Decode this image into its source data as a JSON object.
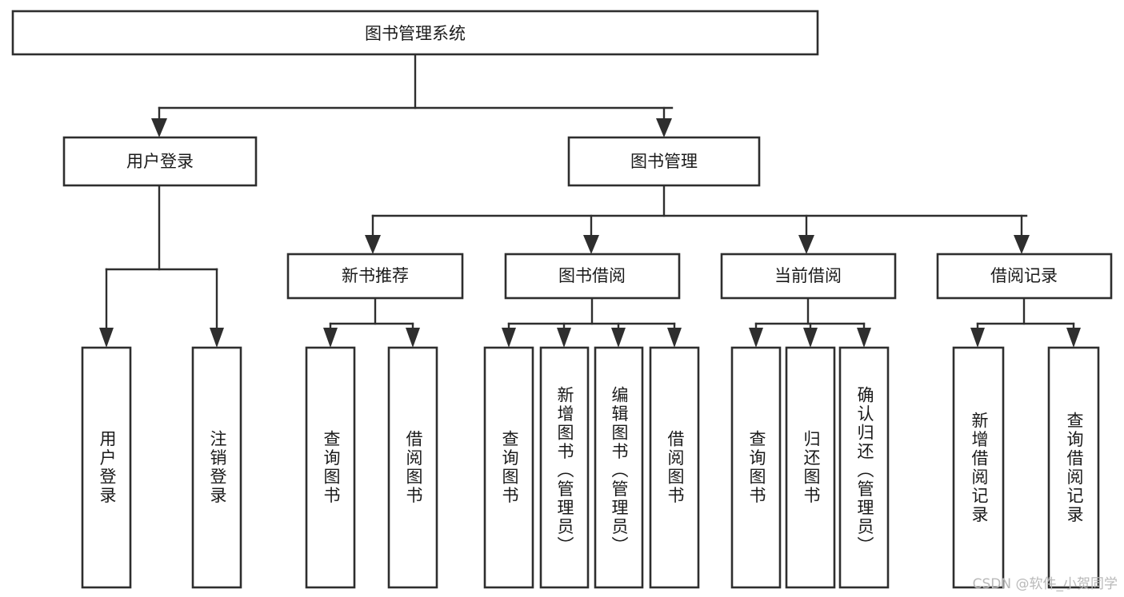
{
  "diagram": {
    "type": "tree",
    "title": "图书管理系统",
    "watermark": "CSDN @软件_小贺同学",
    "root": {
      "id": "root",
      "label": "图书管理系统",
      "orientation": "horizontal"
    },
    "level2": [
      {
        "id": "user-login",
        "label": "用户登录",
        "orientation": "horizontal"
      },
      {
        "id": "book-manage",
        "label": "图书管理",
        "orientation": "horizontal"
      }
    ],
    "level3": [
      {
        "id": "new-book-rec",
        "label": "新书推荐",
        "parent": "book-manage",
        "orientation": "horizontal"
      },
      {
        "id": "book-borrow",
        "label": "图书借阅",
        "parent": "book-manage",
        "orientation": "horizontal"
      },
      {
        "id": "current-borrow",
        "label": "当前借阅",
        "parent": "book-manage",
        "orientation": "horizontal"
      },
      {
        "id": "borrow-record",
        "label": "借阅记录",
        "parent": "book-manage",
        "orientation": "horizontal"
      }
    ],
    "leaves": [
      {
        "id": "leaf-user-login",
        "label": "用户登录",
        "parent": "user-login",
        "orientation": "vertical",
        "align": "middle"
      },
      {
        "id": "leaf-user-logout",
        "label": "注销登录",
        "parent": "user-login",
        "orientation": "vertical",
        "align": "middle"
      },
      {
        "id": "leaf-query-book-1",
        "label": "查询图书",
        "parent": "new-book-rec",
        "orientation": "vertical",
        "align": "middle"
      },
      {
        "id": "leaf-borrow-book-1",
        "label": "借阅图书",
        "parent": "new-book-rec",
        "orientation": "vertical",
        "align": "middle"
      },
      {
        "id": "leaf-query-book-2",
        "label": "查询图书",
        "parent": "book-borrow",
        "orientation": "vertical",
        "align": "middle"
      },
      {
        "id": "leaf-add-book",
        "label": "新增图书（管理员）",
        "parent": "book-borrow",
        "orientation": "vertical",
        "align": "top"
      },
      {
        "id": "leaf-edit-book",
        "label": "编辑图书（管理员）",
        "parent": "book-borrow",
        "orientation": "vertical",
        "align": "top"
      },
      {
        "id": "leaf-borrow-book-2",
        "label": "借阅图书",
        "parent": "book-borrow",
        "orientation": "vertical",
        "align": "middle"
      },
      {
        "id": "leaf-query-book-3",
        "label": "查询图书",
        "parent": "current-borrow",
        "orientation": "vertical",
        "align": "middle"
      },
      {
        "id": "leaf-return-book",
        "label": "归还图书",
        "parent": "current-borrow",
        "orientation": "vertical",
        "align": "middle"
      },
      {
        "id": "leaf-confirm-return",
        "label": "确认归还（管理员）",
        "parent": "current-borrow",
        "orientation": "vertical",
        "align": "top"
      },
      {
        "id": "leaf-add-record",
        "label": "新增借阅记录",
        "parent": "borrow-record",
        "orientation": "vertical",
        "align": "middle"
      },
      {
        "id": "leaf-query-record",
        "label": "查询借阅记录",
        "parent": "borrow-record",
        "orientation": "vertical",
        "align": "middle"
      }
    ],
    "colors": {
      "stroke": "#2e2e2e",
      "fill": "#ffffff",
      "text": "#1a1a1a",
      "watermark": "#b9b9b9",
      "background": "#ffffff"
    }
  }
}
